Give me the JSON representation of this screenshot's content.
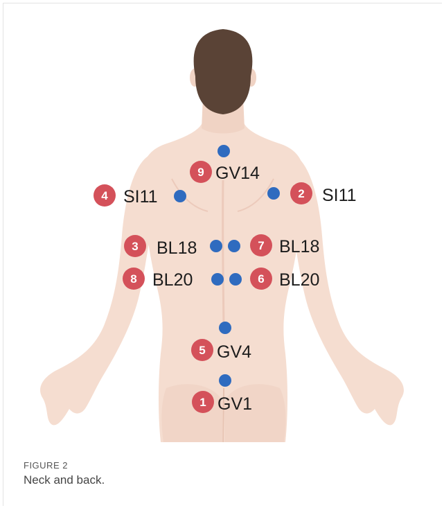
{
  "figure": {
    "label": "FIGURE 2",
    "caption": "Neck and back."
  },
  "colors": {
    "skin": "#f5ddd0",
    "skin_shadow": "#eccabb",
    "hair": "#5a4336",
    "badge": "#d4515a",
    "dot": "#2f6bbf",
    "label_text": "#1c1c1c"
  },
  "points": [
    {
      "num": "9",
      "label": "GV14"
    },
    {
      "num": "4",
      "label": "SI11"
    },
    {
      "num": "2",
      "label": "SI11"
    },
    {
      "num": "3",
      "label": "BL18"
    },
    {
      "num": "7",
      "label": "BL18"
    },
    {
      "num": "8",
      "label": "BL20"
    },
    {
      "num": "6",
      "label": "BL20"
    },
    {
      "num": "5",
      "label": "GV4"
    },
    {
      "num": "1",
      "label": "GV1"
    }
  ]
}
